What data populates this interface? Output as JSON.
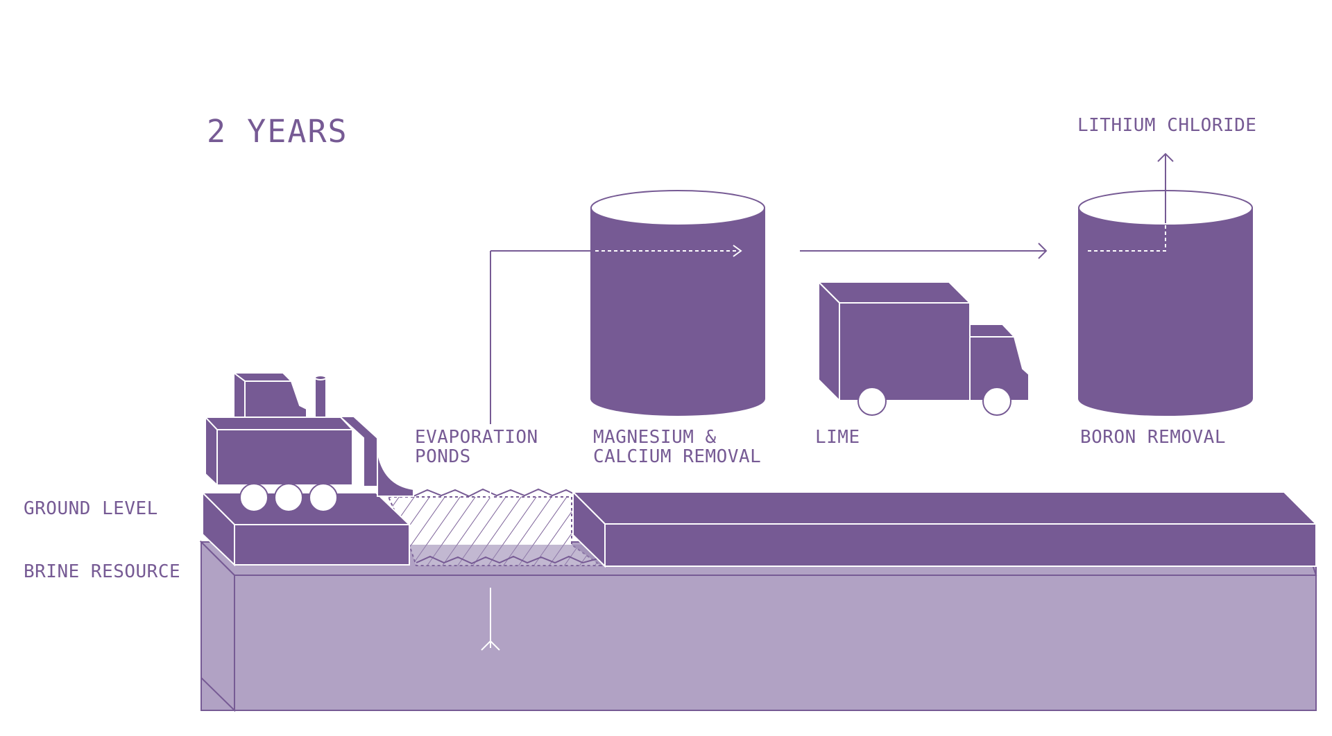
{
  "duration": "2 YEARS",
  "side_labels": {
    "ground_level": "GROUND LEVEL",
    "brine_resource": "BRINE RESOURCE"
  },
  "stages": {
    "evaporation": [
      "EVAPORATION",
      "PONDS"
    ],
    "magnesium_calcium": [
      "MAGNESIUM &",
      "CALCIUM REMOVAL"
    ],
    "lime": "LIME",
    "boron": "BORON REMOVAL"
  },
  "output": "LITHIUM CHLORIDE",
  "colors": {
    "accent": "#765a94",
    "brine": "#b1a2c4",
    "background": "#ffffff",
    "line": "#ffffff"
  }
}
